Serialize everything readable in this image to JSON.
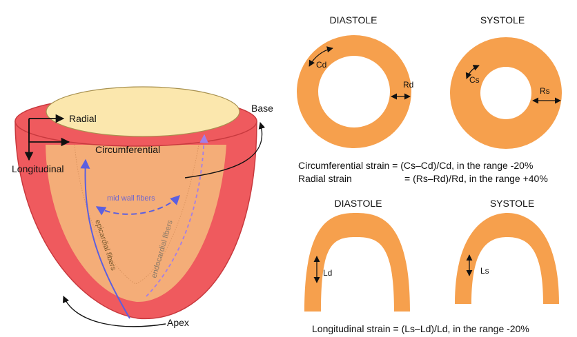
{
  "colors": {
    "outer_wall": "#ef5a5e",
    "outer_wall_edge": "#c8393e",
    "inner_wall": "#f4ad78",
    "cavity_top": "#fbe7ad",
    "ring_orange": "#f6a04d",
    "fiber_blue": "#5b5fe0",
    "fiber_violet": "#a37ee8",
    "fiber_text": "#7a5a2e",
    "midwall_text": "#6e66cf",
    "dark": "#111111"
  },
  "heart": {
    "label_radial": "Radial",
    "label_base": "Base",
    "label_circumferential": "Circumferential",
    "label_longitudinal": "Longitudinal",
    "label_mid_wall": "mid wall fibers",
    "label_epicardial": "epicardial fibers",
    "label_endocardial": "endocardial fibers",
    "label_apex": "Apex"
  },
  "short_axis": {
    "diastole_title": "DIASTOLE",
    "systole_title": "SYSTOLE",
    "label_cd": "Cd",
    "label_rd": "Rd",
    "label_cs": "Cs",
    "label_rs": "Rs",
    "circ_formula": "Circumferential strain = (Cs–Cd)/Cd, in the range -20%",
    "radial_name": "Radial strain",
    "radial_formula": "= (Rs–Rd)/Rd, in the range +40%"
  },
  "long_axis": {
    "diastole_title": "DIASTOLE",
    "systole_title": "SYSTOLE",
    "label_ld": "Ld",
    "label_ls": "Ls",
    "long_formula": "Longitudinal strain = (Ls–Ld)/Ld, in the range -20%"
  }
}
